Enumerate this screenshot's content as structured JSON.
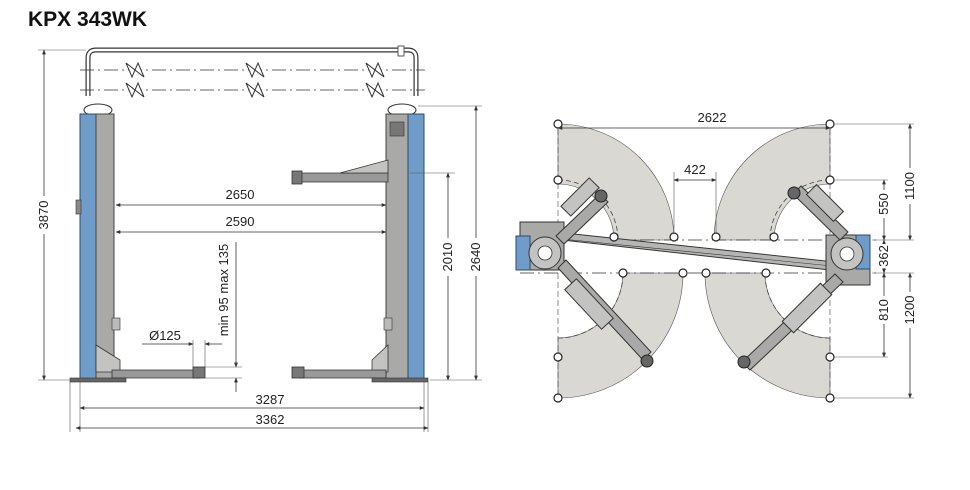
{
  "title": "KPX 343WK",
  "front_view": {
    "dimensions": {
      "width_between_columns_1": "2650",
      "width_between_columns_2": "2590",
      "overall_height": "3870",
      "height_2010": "2010",
      "height_2640": "2640",
      "pad_diameter": "Ø125",
      "pad_height": "min 95 max 135",
      "width_3287": "3287",
      "width_3362": "3362"
    }
  },
  "top_view": {
    "dimensions": {
      "span_2622": "2622",
      "gap_422": "422",
      "depth_1100": "1100",
      "depth_550": "550",
      "offset_362": "362",
      "depth_810": "810",
      "depth_1200": "1200"
    }
  },
  "colors": {
    "column_blue": "#6f9cc8",
    "column_grey": "#a9aaa8",
    "arm_sector": "#d9d8d3"
  }
}
